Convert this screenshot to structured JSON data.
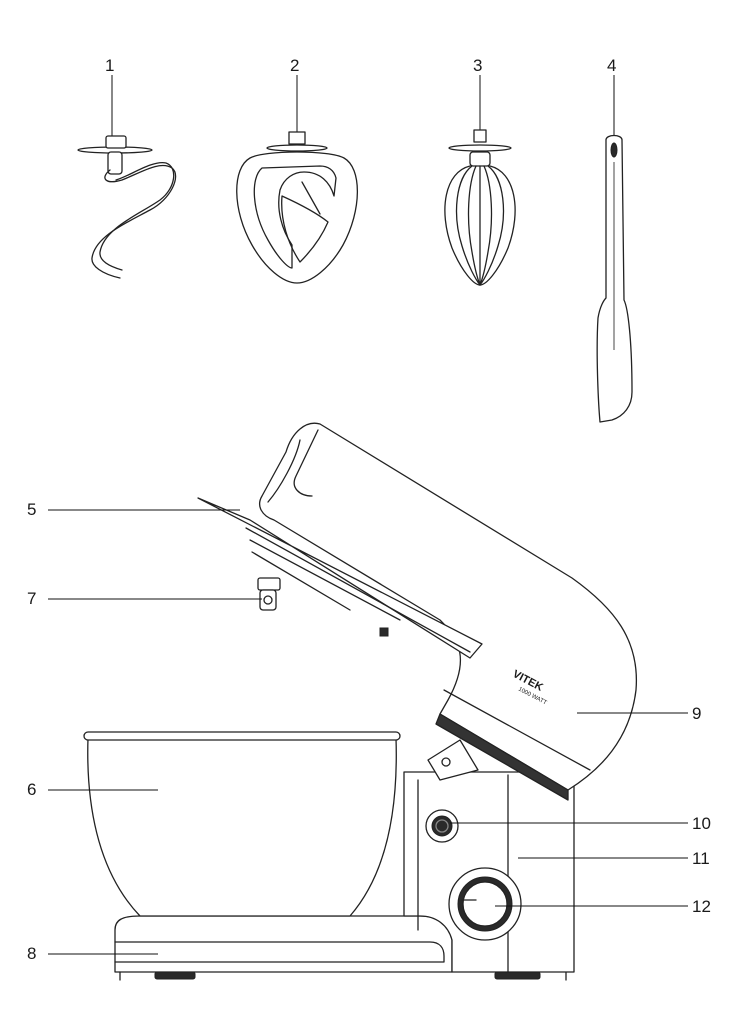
{
  "callouts": [
    "1",
    "2",
    "3",
    "4",
    "5",
    "7",
    "6",
    "8",
    "9",
    "10",
    "11",
    "12"
  ],
  "brand": {
    "name": "VITEK",
    "power": "1000 WATT"
  }
}
